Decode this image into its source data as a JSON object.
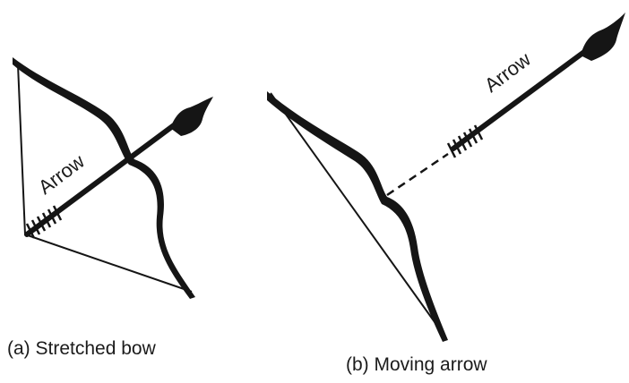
{
  "panel_a": {
    "arrow_label": "Arrow",
    "caption": "(a) Stretched bow"
  },
  "panel_b": {
    "arrow_label": "Arrow",
    "caption": "(b) Moving arrow"
  },
  "colors": {
    "ink": "#151515",
    "background": "#ffffff"
  }
}
